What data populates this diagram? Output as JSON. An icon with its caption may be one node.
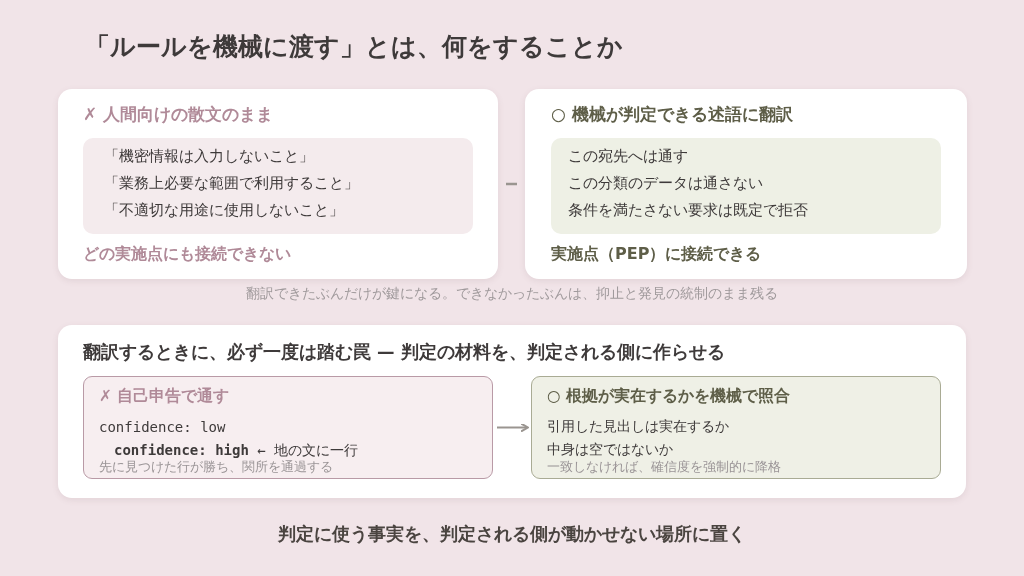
{
  "diagram": {
    "title": "「ルールを機械に渡す」とは、何をすることか",
    "caption": "判定に使う事実を、判定される側が動かせない場所に置く",
    "nodes": [
      {
        "text": [
          "✗ 人間向けの散文のまま",
          "どの実施点にも接続できない"
        ]
      },
      {
        "text": [
          "「機密情報は入力しないこと」",
          "「業務上必要な範囲で利用すること」",
          "「不適切な用途に使用しないこと」"
        ],
        "in": 0
      },
      {
        "text": [
          "○ 機械が判定できる述語に翻訳",
          "実施点（PEP）に接続できる"
        ]
      },
      {
        "text": [
          "この宛先へは通す",
          "この分類のデータは通さない",
          "条件を満たさない要求は既定で拒否"
        ],
        "in": 2
      },
      {
        "text": [
          "翻訳するときに、必ず一度は踏む罠 — 判定の材料を、判定される側に作らせる"
        ]
      },
      {
        "text": [
          "✗ 自己申告で通す",
          "confidence: low",
          "**confidence: high** ← 地の文に一行",
          "先に見つけた行が勝ち、関所を通過する"
        ],
        "in": 4
      },
      {
        "text": [
          "○ 根拠が実在するかを機械で照合",
          "引用した見出しは実在するか",
          "中身は空ではないか",
          "一致しなければ、確信度を強制的に降格"
        ],
        "in": 4
      }
    ],
    "edges": [
      {
        "from": 0,
        "to": 2,
        "arrow": "none"
      },
      {
        "from": 5,
        "to": 6,
        "arrow": "to"
      }
    ],
    "labels": [
      "翻訳できたぶんだけが鍵になる。できなかったぶんは、抑止と発見の統制のまま残る"
    ]
  }
}
